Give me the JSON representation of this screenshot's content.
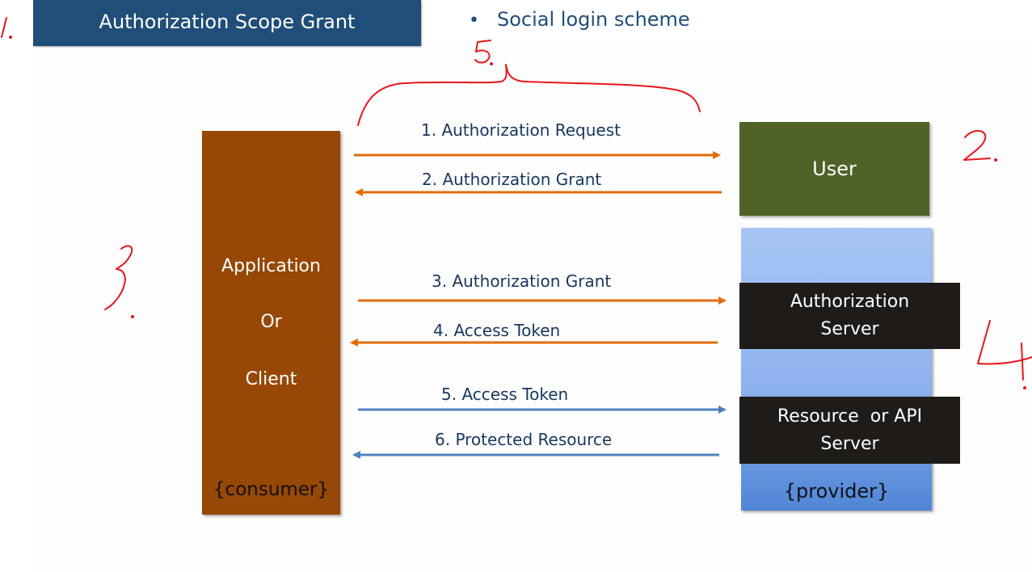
{
  "title": "Authorization Scope Grant",
  "bullet": "Social login scheme",
  "consumer": {
    "line1": "Application",
    "line2": "Or",
    "line3": "Client",
    "tag": "{consumer}"
  },
  "user_label": "User",
  "provider_tag": "{provider}",
  "auth_server": {
    "line1": "Authorization",
    "line2": "Server"
  },
  "resource_server": {
    "line1": "Resource  or API",
    "line2": "Server"
  },
  "arrows": [
    {
      "label": "1. Authorization Request",
      "direction": "right",
      "color": "#e36c0a"
    },
    {
      "label": "2. Authorization Grant",
      "direction": "left",
      "color": "#e36c0a"
    },
    {
      "label": "3. Authorization Grant",
      "direction": "right",
      "color": "#e36c0a"
    },
    {
      "label": "4. Access Token",
      "direction": "left",
      "color": "#e36c0a"
    },
    {
      "label": "5. Access Token",
      "direction": "right",
      "color": "#4f81bd"
    },
    {
      "label": "6. Protected Resource",
      "direction": "left",
      "color": "#4f81bd"
    }
  ],
  "annotations": {
    "color": "#e8151b",
    "marks": [
      "1.",
      "5.",
      "2.",
      "3.",
      "4."
    ]
  },
  "colors": {
    "title_bg": "#1f4e79",
    "consumer": "#974806",
    "user": "#4f6228",
    "server_box": "#1e1b18"
  }
}
